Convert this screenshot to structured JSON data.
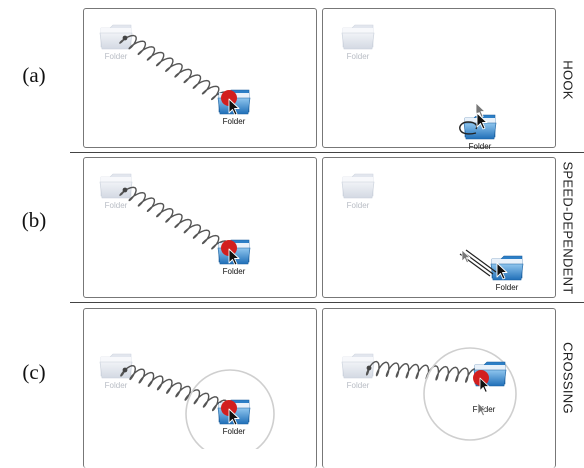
{
  "rows": [
    {
      "label": "(a)",
      "technique": "HOOK"
    },
    {
      "label": "(b)",
      "technique": "SPEED-DEPENDENT"
    },
    {
      "label": "(c)",
      "technique": "CROSSING"
    }
  ],
  "folder_label": "Folder",
  "colors": {
    "folder_blue": "#3a8fd4",
    "folder_faded": "#d6dce6",
    "spring": "#555555",
    "target_red": "#d21f1f",
    "crossing_circle": "#cfcfcf"
  },
  "icons": [
    "folder-icon",
    "spring-icon",
    "cursor-icon",
    "hook-arrow-icon",
    "speed-trail-icon",
    "crossing-circle-icon"
  ]
}
